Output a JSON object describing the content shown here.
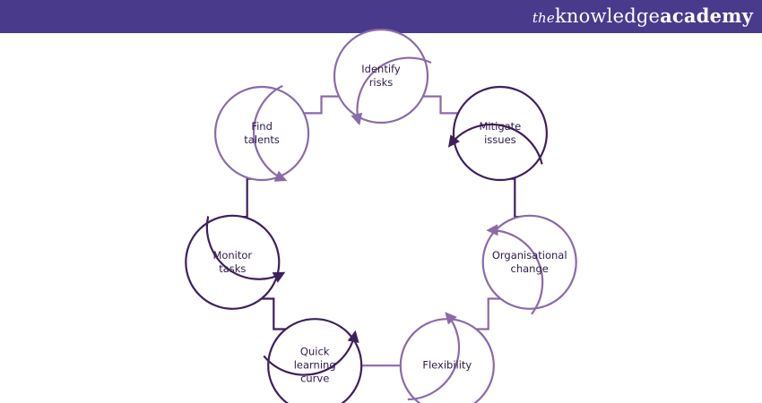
{
  "brand": {
    "logo_the": "the",
    "logo_knowledge": "knowledge",
    "logo_academy": "academy"
  },
  "colors": {
    "header": "#4a3a8c",
    "dark_purple": "#3e1f5c",
    "light_purple": "#8a6aa8",
    "text": "#2e1a47"
  },
  "cycle": {
    "steps": [
      {
        "label": "Identify\nrisks",
        "tone": "light"
      },
      {
        "label": "Mitigate\nissues",
        "tone": "dark"
      },
      {
        "label": "Organisational\nchange",
        "tone": "light"
      },
      {
        "label": "Flexibility",
        "tone": "light"
      },
      {
        "label": "Quick\nlearning\ncurve",
        "tone": "dark"
      },
      {
        "label": "Monitor\ntasks",
        "tone": "dark"
      },
      {
        "label": "Find\ntalents",
        "tone": "light"
      }
    ]
  }
}
